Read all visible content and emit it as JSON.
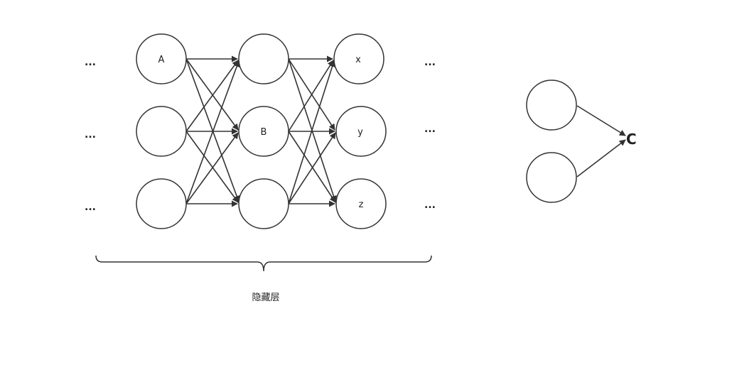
{
  "network": {
    "node_labels": {
      "A": "A",
      "B": "B",
      "x": "x",
      "y": "y",
      "z": "z"
    },
    "ellipsis": "...",
    "hidden_layer_caption": "隐藏层"
  },
  "small_network": {
    "output_label": "C"
  },
  "colors": {
    "stroke": "#333333",
    "text": "#222222",
    "background": "#ffffff"
  }
}
